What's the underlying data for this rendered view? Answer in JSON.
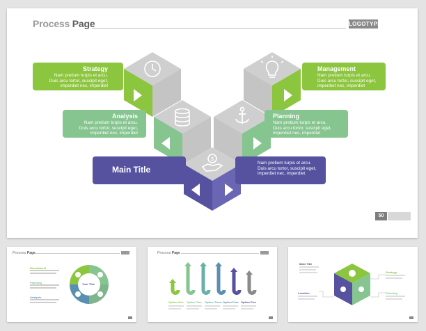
{
  "header": {
    "title_part1": "Process ",
    "title_part2": "Page",
    "logo": "LOGOTYPE",
    "page_number": "50"
  },
  "items": {
    "strategy": {
      "title": "Strategy",
      "line1": "Nam pretium turpis et arcu.",
      "line2": "Duis arcu tortor, suscipit eget,",
      "line3": "imperdiet nec, imperdiet"
    },
    "management": {
      "title": "Management",
      "line1": "Nam pretium turpis et arcu.",
      "line2": "Duis arcu tortor, suscipit eget,",
      "line3": "imperdiet nec, imperdiet"
    },
    "analysis": {
      "title": "Analysis",
      "line1": "Nam pretium turpis et arcu.",
      "line2": "Duis arcu tortor, suscipit eget,",
      "line3": "imperdiet nec, imperdiet"
    },
    "planning": {
      "title": "Planning",
      "line1": "Nam pretium turpis et arcu.",
      "line2": "Duis arcu tortor, suscipit eget,",
      "line3": "imperdiet nec, imperdiet"
    },
    "main": {
      "title": "Main Title",
      "line1": "Nam pretium turpis et arcu.",
      "line2": "Duis arcu tortor, suscipit eget,",
      "line3": "imperdiet nec, imperdiet"
    }
  },
  "thumbnails": {
    "t1": {
      "title1": "Process ",
      "title2": "Page",
      "center": "Your Title",
      "labels": [
        "Recruitment",
        "Planning",
        "Analysis"
      ]
    },
    "t2": {
      "title1": "Process ",
      "title2": "Page",
      "labels": [
        "Option One",
        "Option Two",
        "Option Three",
        "Option Four",
        "Option Five"
      ]
    },
    "t3": {
      "title": "Main Title",
      "labels": [
        "Strategy",
        "Location",
        "Planning"
      ]
    }
  },
  "icons": [
    "clock-icon",
    "lightbulb-icon",
    "database-icon",
    "anchor-icon",
    "dollar-hand-icon"
  ],
  "colors": {
    "green": "#8cc53e",
    "mint": "#86c58f",
    "purple": "#5652a0",
    "gray": "#c2c2c2"
  }
}
